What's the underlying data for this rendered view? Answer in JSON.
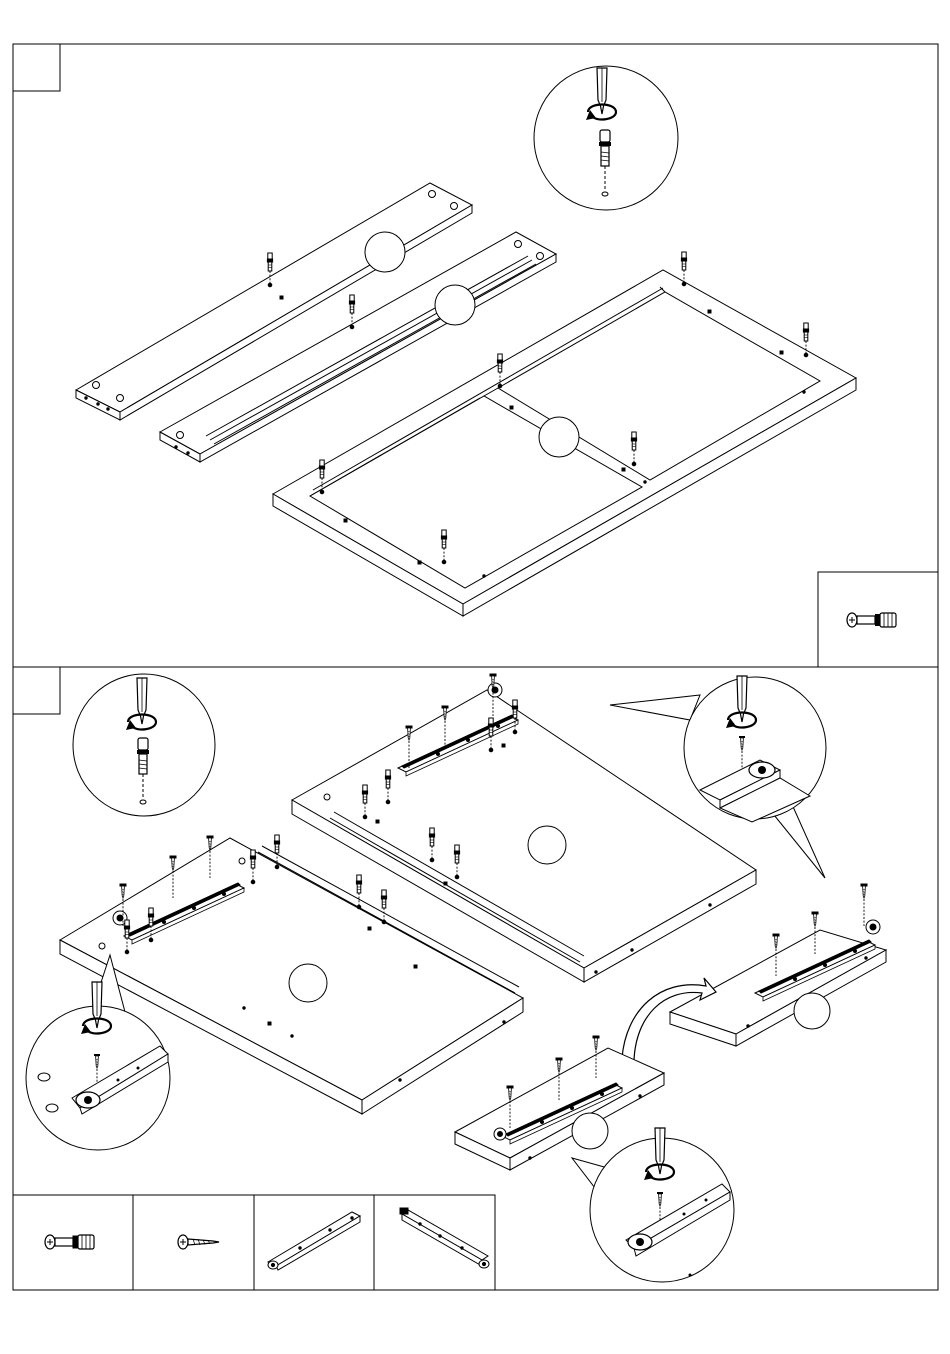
{
  "document": {
    "type": "assembly-instructions",
    "ink_color": "#000000",
    "paper_color": "#ffffff",
    "steps": [
      {
        "step_number_box": "",
        "callouts": [
          {
            "name": "cam-dowel-screw-in-detail",
            "icons": [
              "screwdriver-icon",
              "rotate-arrow-icon",
              "cam-dowel-icon"
            ]
          }
        ],
        "parts": [
          "board-panel",
          "rail-panel",
          "frame-panel"
        ],
        "hardware_legend": [
          {
            "name": "cam-dowel",
            "quantity_label": ""
          }
        ]
      },
      {
        "step_number_box": "",
        "callouts": [
          {
            "name": "cam-dowel-screw-in-detail",
            "icons": [
              "screwdriver-icon",
              "rotate-arrow-icon",
              "cam-dowel-icon"
            ]
          },
          {
            "name": "runner-screw-detail-right",
            "icons": [
              "screwdriver-icon",
              "rotate-arrow-icon",
              "screw-icon",
              "drawer-runner-icon"
            ]
          },
          {
            "name": "runner-screw-detail-left",
            "icons": [
              "screwdriver-icon",
              "rotate-arrow-icon",
              "screw-icon",
              "drawer-runner-icon"
            ]
          },
          {
            "name": "runner-screw-detail-bottom",
            "icons": [
              "screwdriver-icon",
              "rotate-arrow-icon",
              "screw-icon",
              "drawer-runner-icon"
            ]
          }
        ],
        "parts": [
          "side-panel-left",
          "side-panel-right",
          "drawer-side-a",
          "drawer-side-b"
        ],
        "hardware_legend": [
          {
            "name": "cam-dowel",
            "quantity_label": ""
          },
          {
            "name": "wood-screw",
            "quantity_label": ""
          },
          {
            "name": "drawer-runner-left",
            "quantity_label": ""
          },
          {
            "name": "drawer-runner-right",
            "quantity_label": ""
          }
        ]
      }
    ]
  }
}
